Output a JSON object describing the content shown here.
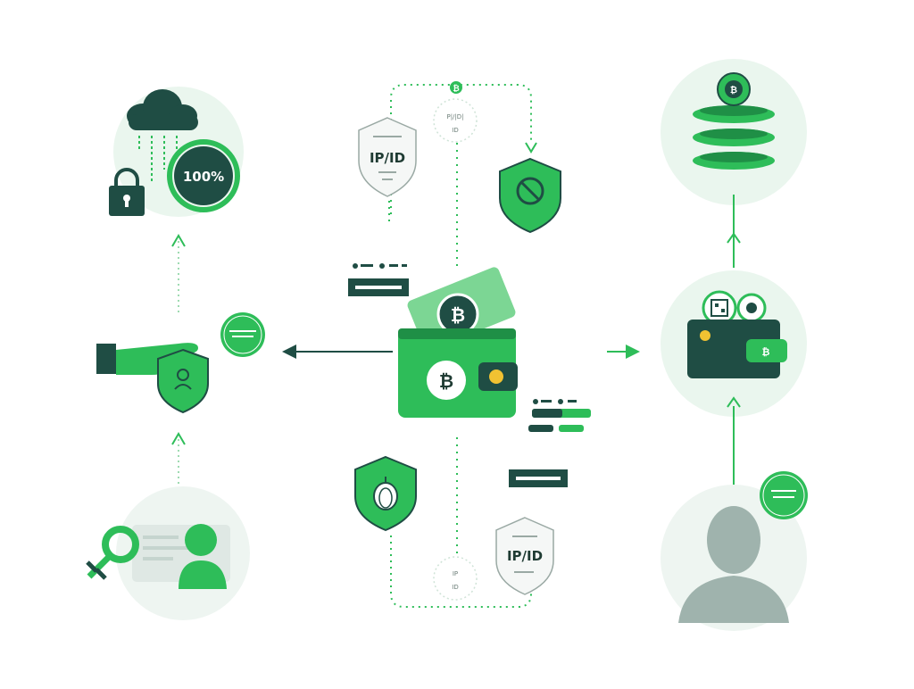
{
  "left_column": {
    "cloud_badge": {
      "text": "100%"
    }
  },
  "center_column": {
    "top_shield_label": "IP/ID",
    "bottom_shield_label": "IP/ID",
    "top_node_text": [
      "P|/|D|",
      "ID"
    ],
    "bottom_node_text": [
      "IP",
      "ID"
    ]
  },
  "colors": {
    "primary": "#2ebd59",
    "dark": "#1f4d44",
    "light_circle": "#eaf6ee",
    "arrow": "#1f4d44",
    "gray_person": "#9fb3ad"
  },
  "icons": [
    "cloud-icon",
    "lock-icon",
    "hand-icon",
    "user-shield-icon",
    "key-icon",
    "person-icon",
    "wallet-icon",
    "bitcoin-icon",
    "shield-icon",
    "onion-icon",
    "coin-stack-icon",
    "qr-code-icon",
    "user-avatar-icon"
  ]
}
